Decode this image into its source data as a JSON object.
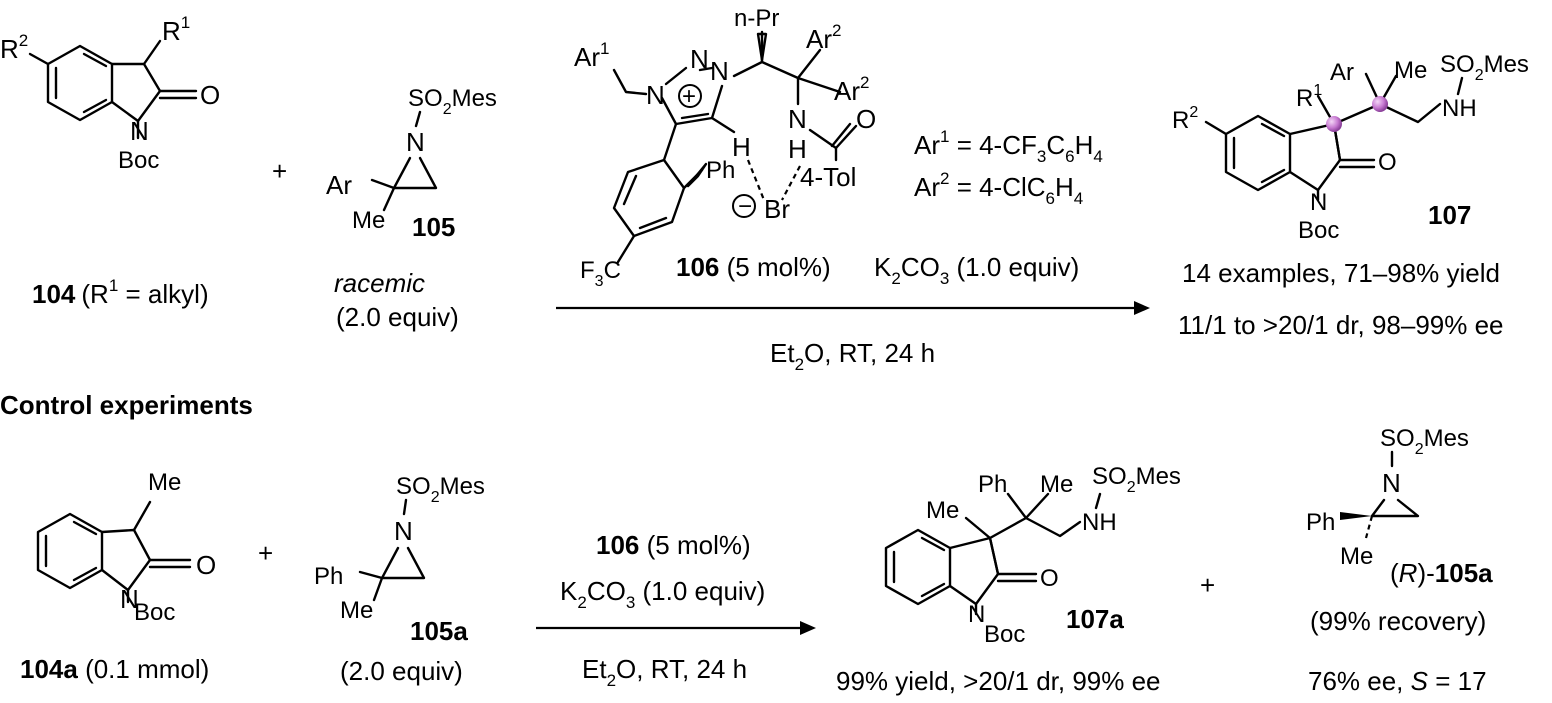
{
  "main_reaction": {
    "oxindole": {
      "r1": "R",
      "r1_sup": "1",
      "r2": "R",
      "r2_sup": "2",
      "o": "O",
      "n": "N",
      "boc": "Boc",
      "caption_num": "104",
      "caption_text_a": "(R",
      "caption_sup": "1",
      "caption_text_b": " = alkyl)"
    },
    "plus": "+",
    "aziridine": {
      "so2mes_a": "SO",
      "so2mes_sub": "2",
      "so2mes_b": "Mes",
      "n": "N",
      "ar": "Ar",
      "me": "Me",
      "num": "105",
      "caption_racemic": "racemic",
      "caption_equiv": "(2.0 equiv)"
    },
    "catalyst": {
      "npr": "n-Pr",
      "ar1": "Ar",
      "ar1_sup": "1",
      "ar2a": "Ar",
      "ar2a_sup": "2",
      "ar2b": "Ar",
      "ar2b_sup": "2",
      "n1": "N",
      "n2": "N",
      "n3": "N",
      "plus_charge": "+",
      "minus_charge": "−",
      "h1": "H",
      "h2": "H",
      "nh_n": "N",
      "o": "O",
      "tol": "4-Tol",
      "ph": "Ph",
      "br": "Br",
      "f3c_a": "F",
      "f3c_sub": "3",
      "f3c_b": "C",
      "def1_a": "Ar",
      "def1_sup": "1",
      "def1_b": " = 4-CF",
      "def1_sub1": "3",
      "def1_c": "C",
      "def1_sub2": "6",
      "def1_d": "H",
      "def1_sub3": "4",
      "def2_a": "Ar",
      "def2_sup": "2",
      "def2_b": " = 4-ClC",
      "def2_sub1": "6",
      "def2_c": "H",
      "def2_sub2": "4"
    },
    "conditions_above": {
      "cat_num": "106",
      "cat_load": " (5 mol%)",
      "base_a": "K",
      "base_sub1": "2",
      "base_b": "CO",
      "base_sub2": "3",
      "base_c": " (1.0 equiv)"
    },
    "conditions_below": {
      "solv_a": "Et",
      "solv_sub": "2",
      "solv_b": "O, RT, 24 h"
    },
    "product": {
      "r2": "R",
      "r2_sup": "2",
      "r1": "R",
      "r1_sup": "1",
      "ar": "Ar",
      "me": "Me",
      "so2mes_a": "SO",
      "so2mes_sub": "2",
      "so2mes_b": "Mes",
      "nh": "NH",
      "o": "O",
      "n": "N",
      "boc": "Boc",
      "num": "107",
      "scope": "14 examples, 71–98% yield",
      "selectivity": "11/1 to >20/1 dr, 98–99% ee"
    }
  },
  "control": {
    "heading": "Control experiments",
    "oxindole": {
      "me": "Me",
      "o": "O",
      "n": "N",
      "boc": "Boc",
      "num": "104a",
      "amount": " (0.1 mmol)"
    },
    "plus1": "+",
    "aziridine": {
      "so2mes_a": "SO",
      "so2mes_sub": "2",
      "so2mes_b": "Mes",
      "n": "N",
      "ph": "Ph",
      "me": "Me",
      "num": "105a",
      "equiv": "(2.0 equiv)"
    },
    "conditions": {
      "cat_num": "106",
      "cat_load": " (5 mol%)",
      "base_a": "K",
      "base_sub1": "2",
      "base_b": "CO",
      "base_sub2": "3",
      "base_c": " (1.0 equiv)",
      "solv_a": "Et",
      "solv_sub": "2",
      "solv_b": "O, RT, 24 h"
    },
    "product": {
      "ph": "Ph",
      "me1": "Me",
      "me2": "Me",
      "so2mes_a": "SO",
      "so2mes_sub": "2",
      "so2mes_b": "Mes",
      "nh": "NH",
      "o": "O",
      "n": "N",
      "boc": "Boc",
      "num": "107a",
      "result": "99% yield, >20/1 dr, 99% ee"
    },
    "plus2": "+",
    "recovered": {
      "so2mes_a": "SO",
      "so2mes_sub": "2",
      "so2mes_b": "Mes",
      "n": "N",
      "ph": "Ph",
      "me": "Me",
      "label_a": "(",
      "label_r": "R",
      "label_b": ")-",
      "label_num": "105a",
      "recovery": "(99% recovery)",
      "ee_a": "76% ee, ",
      "ee_s": "S",
      "ee_b": " = 17"
    }
  },
  "colors": {
    "stereocenter_marker": "#c77ad1"
  }
}
